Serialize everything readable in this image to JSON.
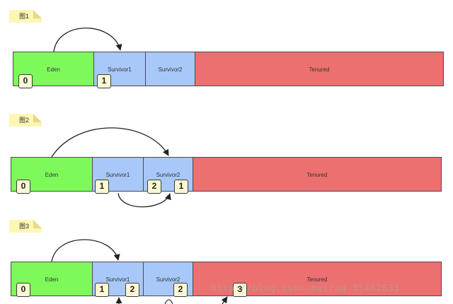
{
  "figures": [
    {
      "label": "图1",
      "segments": {
        "eden": "Eden",
        "survivor1": "Survivor1",
        "survivor2": "Survivor2",
        "tenured": "Tenured"
      },
      "badges": [
        "0",
        "1"
      ]
    },
    {
      "label": "图2",
      "segments": {
        "eden": "Eden",
        "survivor1": "Survivor1",
        "survivor2": "Survivor2",
        "tenured": "Tenured"
      },
      "badges": [
        "0",
        "1",
        "2",
        "1"
      ]
    },
    {
      "label": "图3",
      "segments": {
        "eden": "Eden",
        "survivor1": "Survivor1",
        "survivor2": "Survivor2",
        "tenured": "Tenured"
      },
      "badges": [
        "0",
        "1",
        "2",
        "2",
        "3"
      ]
    }
  ],
  "watermark": "http://blog.csdn.net/qq_35462833",
  "colors": {
    "eden": "#7dfa5a",
    "survivor": "#a7c8f8",
    "tenured": "#ec7070",
    "note": "#fdf6b4",
    "badge": "#fdf8d4"
  }
}
